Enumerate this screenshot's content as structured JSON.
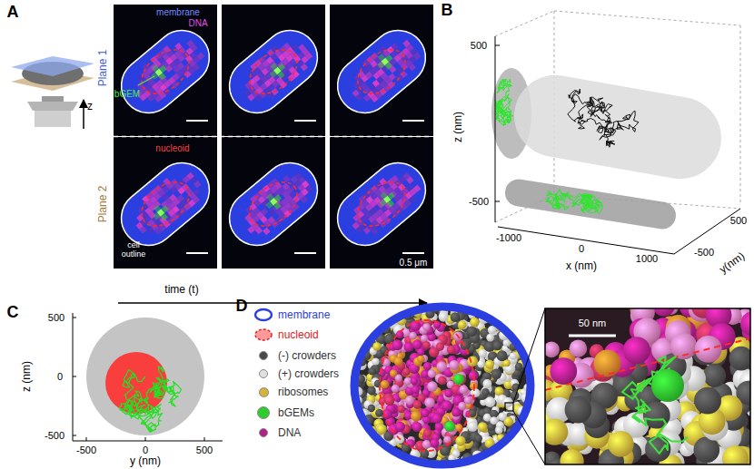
{
  "diagram": {
    "labels": [
      "A",
      "membrane",
      "DNA",
      "Plane 1",
      "bGEM",
      "nucleoid",
      "Plane 2",
      "z",
      "cell outline",
      "0.5 μm",
      "time (t)",
      "B",
      "500",
      "z (nm)",
      "-500",
      "-1000",
      "0",
      "1000",
      "x (nm)",
      "-500",
      "500",
      "y(nm)",
      "C",
      "500",
      "0",
      "-500",
      "z (nm)",
      "-500",
      "0",
      "500",
      "y (nm)",
      "D",
      "50 nm"
    ],
    "legend": [
      {
        "text": "membrane"
      },
      {
        "text": "nucleoid"
      },
      {
        "text": "(-) crowders",
        "color": "#4a4a4a"
      },
      {
        "text": "(+) crowders",
        "color": "#e0e0e0"
      },
      {
        "text": "ribosomes",
        "color": "#d9b23a"
      },
      {
        "text": "bGEMs",
        "color": "#2ecc2e"
      },
      {
        "text": "DNA",
        "color": "#b0208a"
      }
    ]
  }
}
